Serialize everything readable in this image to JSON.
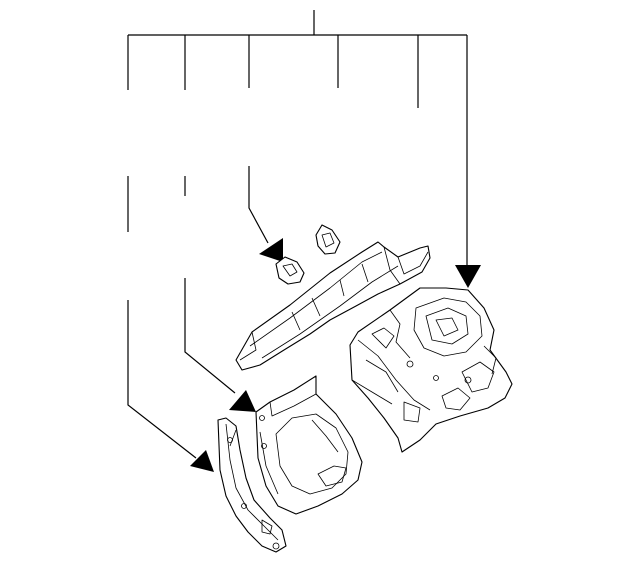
{
  "diagram": {
    "line_color": "#000000",
    "background_color": "#ffffff",
    "parts": [
      {
        "name": "small-bracket"
      },
      {
        "name": "tiny-bracket"
      },
      {
        "name": "upper-rail"
      },
      {
        "name": "apron-assembly"
      },
      {
        "name": "wheelhouse-panel"
      },
      {
        "name": "lower-reinforcement"
      }
    ],
    "callout_arrows": 4
  }
}
